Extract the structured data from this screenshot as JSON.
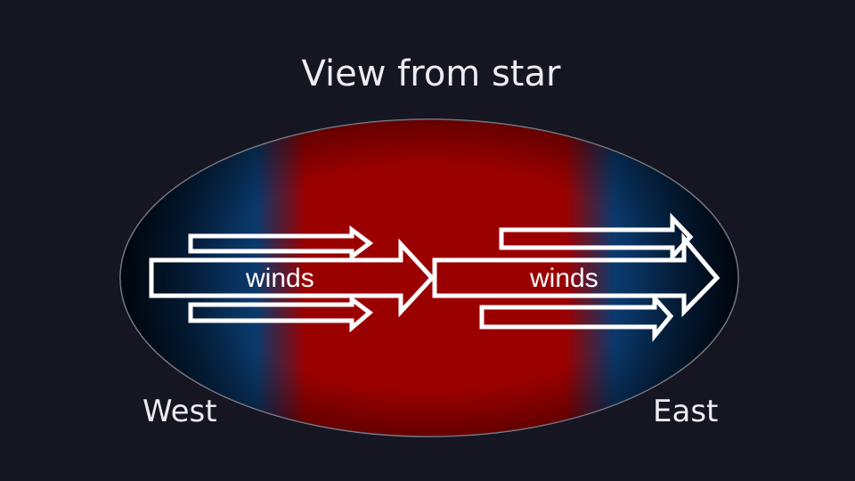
{
  "title": "View from star",
  "left_label": "West",
  "right_label": "East",
  "arrows": {
    "left_label": "winds",
    "right_label": "winds"
  },
  "colors": {
    "background": "#161622",
    "dayside": "#9b0000",
    "terminator": "#0a3a6e",
    "edge": "#000814",
    "arrow_stroke": "#ffffff"
  }
}
